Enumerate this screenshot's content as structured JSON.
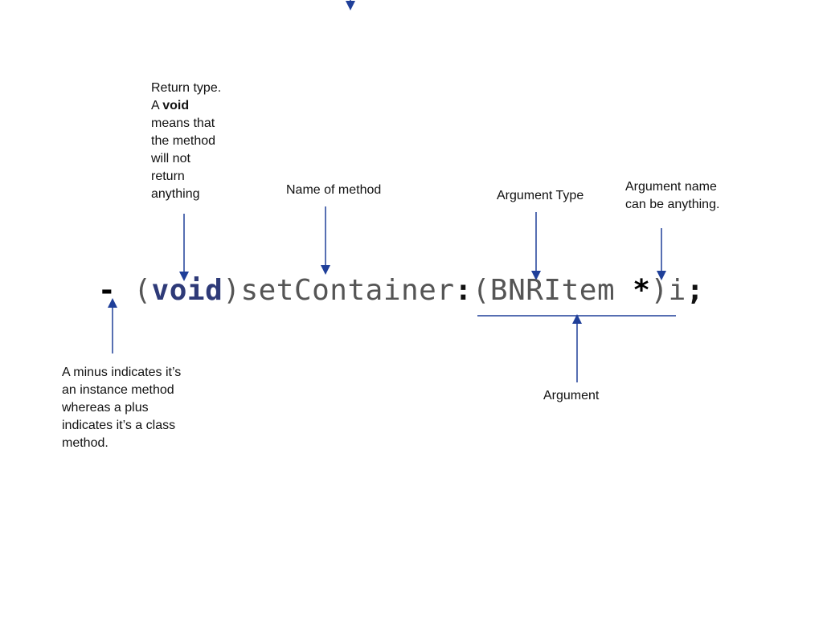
{
  "code": {
    "minus": "-",
    "open_paren": " (",
    "return_type": "void",
    "close_paren": ")",
    "method_name": "setContainer",
    "colon": ":",
    "arg_open": "(",
    "arg_type": "BNRItem ",
    "star": "*",
    "arg_close": ")",
    "arg_name": "i",
    "semicolon": ";"
  },
  "annotations": {
    "return_type": {
      "line1": "Return type.",
      "line2_prefix": "A ",
      "line2_bold": "void",
      "line3": "means that",
      "line4": "the method",
      "line5": "will not",
      "line6": "return",
      "line7": "anything"
    },
    "method_name": "Name of method",
    "argument_type": "Argument Type",
    "argument_name": {
      "line1": "Argument name",
      "line2": "can be anything."
    },
    "minus": {
      "line1": "A minus indicates it’s",
      "line2": "an instance method",
      "line3": "whereas a plus",
      "line4": "indicates it’s a class",
      "line5": "method."
    },
    "argument": "Argument"
  },
  "colors": {
    "arrow": "#1f3f99",
    "keyword": "#2e3a78",
    "code": "#555555"
  }
}
